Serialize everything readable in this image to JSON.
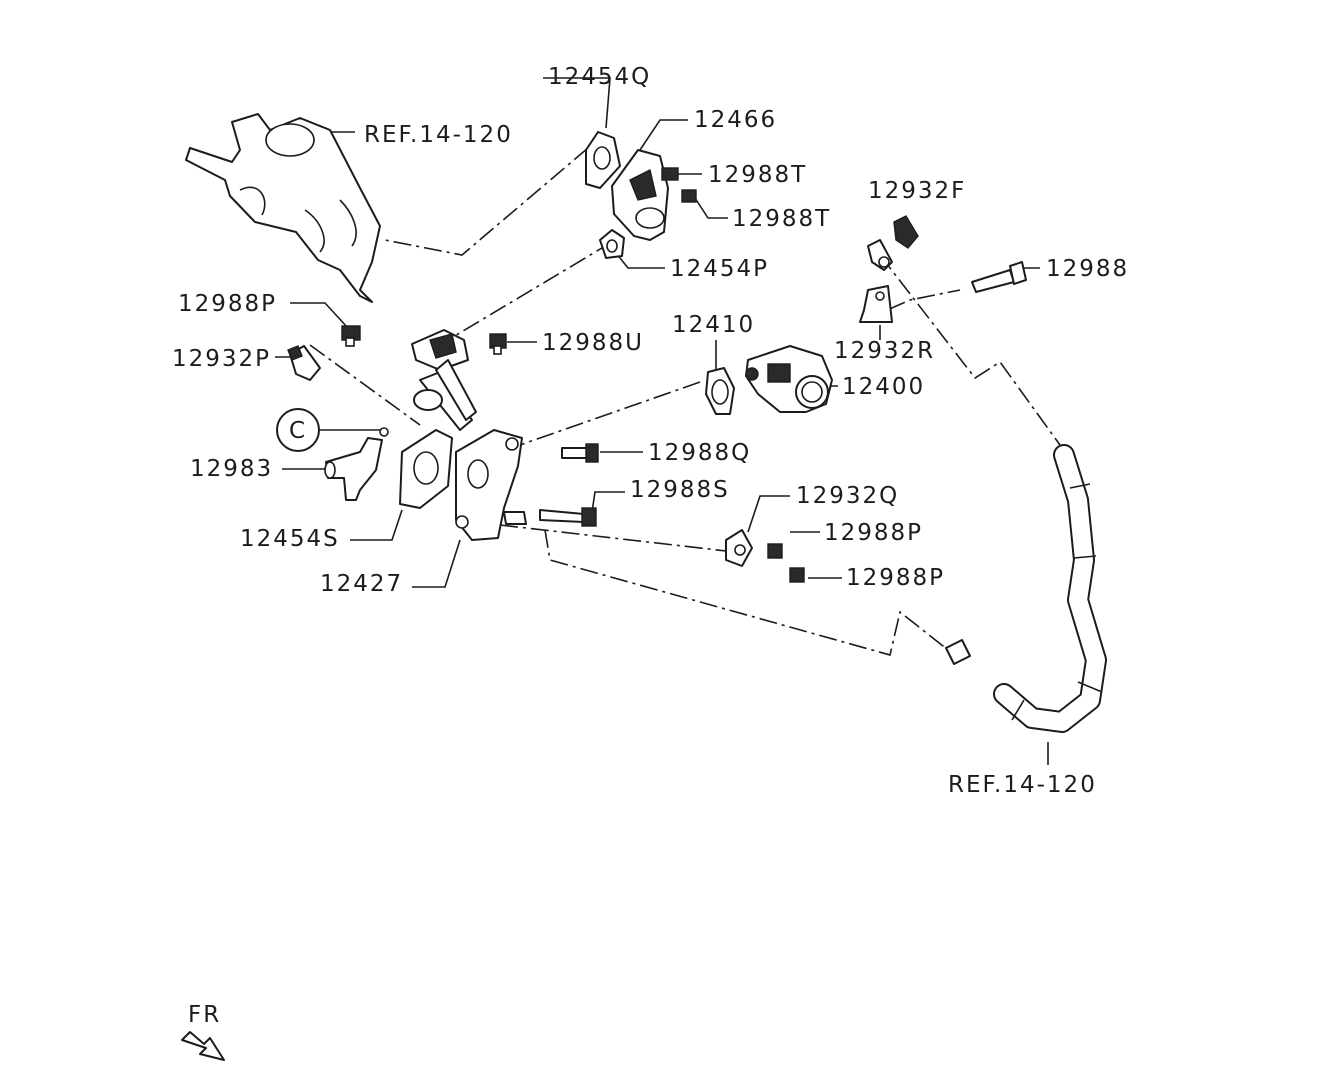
{
  "labels": {
    "p12454q": "12454Q",
    "p12466": "12466",
    "ref_top": "REF.14-120",
    "p12988t_a": "12988T",
    "p12988t_b": "12988T",
    "p12932f": "12932F",
    "p12988": "12988",
    "p12454p": "12454P",
    "p12988p_left": "12988P",
    "p12410": "12410",
    "p12988u": "12988U",
    "p12932r": "12932R",
    "p12932p": "12932P",
    "p12400": "12400",
    "circle_c": "C",
    "p12988q": "12988Q",
    "p12983": "12983",
    "p12988s": "12988S",
    "p12932q": "12932Q",
    "p12454s": "12454S",
    "p12988p_right_a": "12988P",
    "p12427": "12427",
    "p12988p_right_b": "12988P",
    "ref_bottom": "REF.14-120",
    "fr": "FR"
  },
  "icons": {
    "direction": "front-arrow-icon"
  }
}
